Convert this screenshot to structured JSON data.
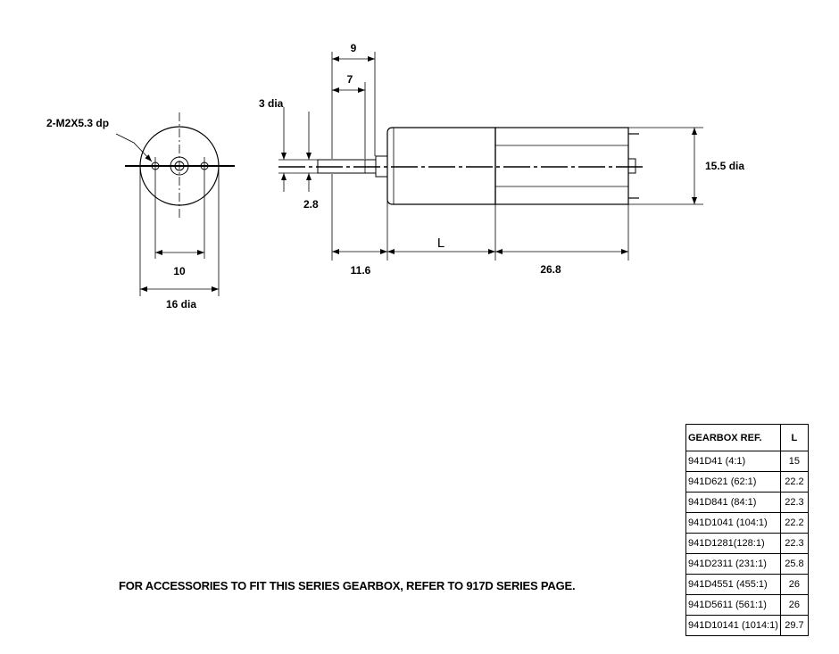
{
  "labels": {
    "holes": "2-M2X5.3 dp",
    "hole_spacing": "10",
    "front_dia": "16 dia",
    "dim_9": "9",
    "dim_7": "7",
    "shaft_dia": "3 dia",
    "flat": "2.8",
    "dim_11_6": "11.6",
    "dim_L": "L",
    "dim_26_8": "26.8",
    "body_dia": "15.5 dia"
  },
  "footnote": "FOR ACCESSORIES TO FIT THIS SERIES GEARBOX, REFER TO 917D SERIES PAGE.",
  "table": {
    "headers": [
      "GEARBOX REF.",
      "L"
    ],
    "rows": [
      [
        "941D41 (4:1)",
        "15"
      ],
      [
        "941D621 (62:1)",
        "22.2"
      ],
      [
        "941D841 (84:1)",
        "22.3"
      ],
      [
        "941D1041 (104:1)",
        "22.2"
      ],
      [
        "941D1281(128:1)",
        "22.3"
      ],
      [
        "941D2311 (231:1)",
        "25.8"
      ],
      [
        "941D4551 (455:1)",
        "26"
      ],
      [
        "941D5611 (561:1)",
        "26"
      ],
      [
        "941D10141 (1014:1)",
        "29.7"
      ]
    ]
  }
}
